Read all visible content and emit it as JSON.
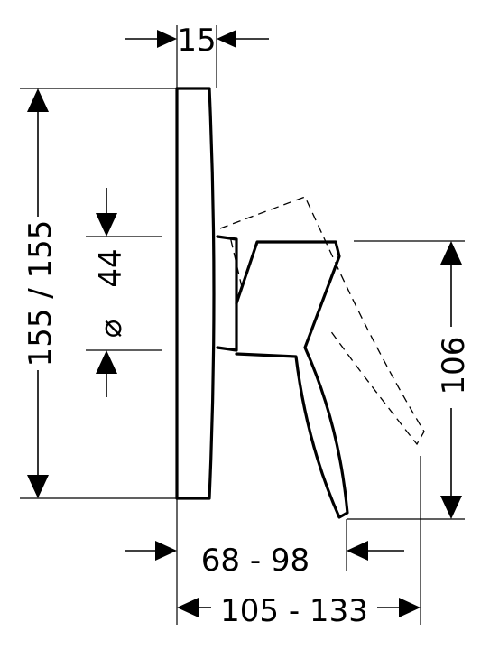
{
  "dimensions": {
    "top_width": "15",
    "height_total": "155 / 155",
    "diameter_symbol": "⌀",
    "diameter_value": "44",
    "lever_height": "106",
    "depth_min": "68 - 98",
    "depth_max": "105 - 133"
  },
  "colors": {
    "ink": "#000000",
    "paper": "#ffffff"
  }
}
